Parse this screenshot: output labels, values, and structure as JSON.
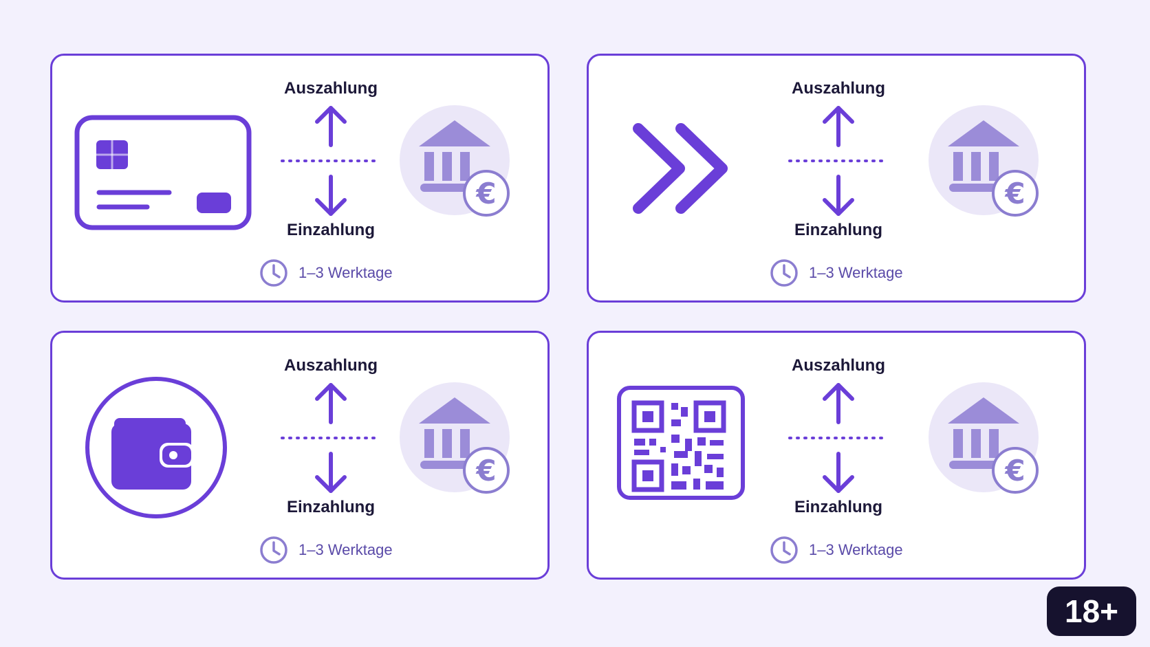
{
  "cards": [
    {
      "method_icon": "credit-card-icon",
      "up_label": "Auszahlung",
      "down_label": "Einzahlung",
      "duration": "1–3 Werktage",
      "bank_icon": "bank-euro-icon"
    },
    {
      "method_icon": "double-chevron-right-icon",
      "up_label": "Auszahlung",
      "down_label": "Einzahlung",
      "duration": "1–3 Werktage",
      "bank_icon": "bank-euro-icon"
    },
    {
      "method_icon": "wallet-icon",
      "up_label": "Auszahlung",
      "down_label": "Einzahlung",
      "duration": "1–3 Werktage",
      "bank_icon": "bank-euro-icon"
    },
    {
      "method_icon": "qr-code-icon",
      "up_label": "Auszahlung",
      "down_label": "Einzahlung",
      "duration": "1–3 Werktage",
      "bank_icon": "bank-euro-icon"
    }
  ],
  "age_badge": "18+",
  "colors": {
    "accent": "#6a3ed8",
    "muted_accent": "#9d8fd6",
    "background": "#f3f1fd",
    "card_background": "#ffffff",
    "badge_background": "#16122e"
  }
}
